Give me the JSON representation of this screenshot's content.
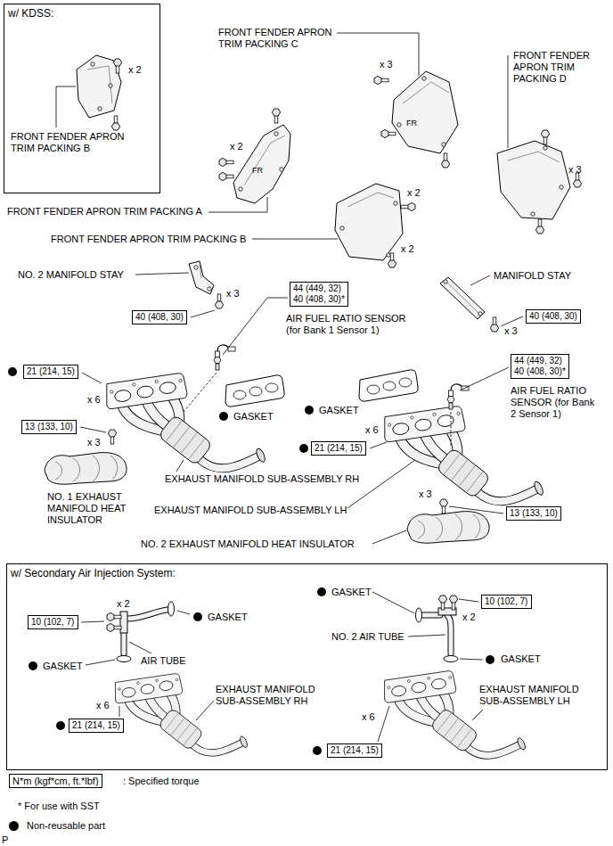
{
  "diagram": {
    "nodes": [
      {
        "text": [
          "w/ KDSS:"
        ]
      },
      {
        "text": [
          "44 (449, 32)",
          "40 (408, 30)*"
        ]
      },
      {
        "text": [
          "40 (408, 30)"
        ]
      },
      {
        "text": [
          "40 (408, 30)"
        ]
      },
      {
        "text": [
          "44 (449, 32)",
          "40 (408, 30)*"
        ]
      },
      {
        "text": [
          "21 (214, 15)"
        ]
      },
      {
        "text": [
          "13 (133, 10)"
        ]
      },
      {
        "text": [
          "21 (214, 15)"
        ]
      },
      {
        "text": [
          "13 (133, 10)"
        ]
      },
      {
        "text": [
          "w/ Secondary Air Injection System:"
        ]
      },
      {
        "text": [
          "10 (102, 7)"
        ],
        "in": 9
      },
      {
        "text": [
          "10 (102, 7)"
        ],
        "in": 9
      },
      {
        "text": [
          "21 (214, 15)"
        ],
        "in": 9
      },
      {
        "text": [
          "21 (214, 15)"
        ],
        "in": 9
      },
      {
        "text": [
          "N*m (kgf*cm, ft.*lbf)"
        ]
      }
    ],
    "labels": [
      "x 2",
      "FRONT FENDER APRON TRIM PACKING B",
      "FRONT FENDER APRON TRIM PACKING C",
      "x 3",
      "FRONT FENDER APRON TRIM PACKING D",
      "FR",
      "FR",
      "x 2",
      "x 3",
      "FRONT FENDER APRON TRIM PACKING A",
      "x 2",
      "FRONT FENDER APRON TRIM PACKING B",
      "x 2",
      "NO. 2 MANIFOLD STAY",
      "MANIFOLD STAY",
      "x 3",
      "AIR FUEL RATIO SENSOR (for Bank 1 Sensor 1)",
      "x 3",
      "AIR FUEL RATIO SENSOR (for Bank 2 Sensor 1)",
      "x 6",
      "GASKET",
      "GASKET",
      "x 3",
      "x 6",
      "EXHAUST MANIFOLD SUB-ASSEMBLY RH",
      "x 3",
      "NO. 1 EXHAUST MANIFOLD HEAT INSULATOR",
      "EXHAUST MANIFOLD SUB-ASSEMBLY LH",
      "NO. 2 EXHAUST MANIFOLD HEAT INSULATOR",
      "x 2",
      "GASKET",
      "GASKET",
      "x 2",
      "NO. 2 AIR TUBE",
      "AIR TUBE",
      "GASKET",
      "GASKET",
      "EXHAUST MANIFOLD SUB-ASSEMBLY RH",
      "EXHAUST MANIFOLD SUB-ASSEMBLY LH",
      "x 6",
      "x 6",
      ": Specified torque",
      "* For use with SST",
      "P"
    ],
    "legend": [
      {
        "text": "Non-reusable part",
        "color": "#000000"
      }
    ]
  }
}
